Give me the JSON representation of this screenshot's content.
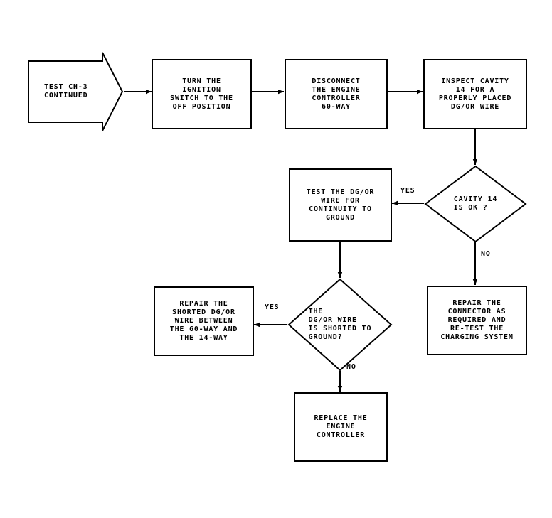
{
  "diagram": {
    "title": "TEST CH-3 CONTINUED",
    "type": "flowchart",
    "ink_color": "#000000",
    "background_color": "#ffffff",
    "nodes": {
      "start": {
        "shape": "pentagon-arrow",
        "text": "TEST CH-3\nCONTINUED"
      },
      "ignition": {
        "shape": "rectangle",
        "text": "TURN THE\nIGNITION\nSWITCH TO THE\nOFF POSITION"
      },
      "disconnect": {
        "shape": "rectangle",
        "text": "DISCONNECT\nTHE ENGINE\nCONTROLLER\n60-WAY"
      },
      "inspect": {
        "shape": "rectangle",
        "text": "INSPECT CAVITY\n14 FOR A\nPROPERLY PLACED\nDG/OR WIRE"
      },
      "cavity_decision": {
        "shape": "diamond",
        "text": "CAVITY 14\nIS OK ?"
      },
      "test_continuity": {
        "shape": "rectangle",
        "text": "TEST THE DG/OR\nWIRE FOR\nCONTINUITY TO\nGROUND"
      },
      "repair_connector": {
        "shape": "rectangle",
        "text": "REPAIR THE\nCONNECTOR AS\nREQUIRED AND\nRE-TEST THE\nCHARGING SYSTEM"
      },
      "short_decision": {
        "shape": "diamond",
        "text": "THE\nDG/OR WIRE\nIS SHORTED TO\nGROUND?"
      },
      "repair_shorted": {
        "shape": "rectangle",
        "text": "REPAIR THE\nSHORTED DG/OR\nWIRE BETWEEN\nTHE 60-WAY AND\nTHE 14-WAY"
      },
      "replace_controller": {
        "shape": "rectangle",
        "text": "REPLACE THE\nENGINE\nCONTROLLER"
      }
    },
    "edge_labels": {
      "cavity_yes": "YES",
      "cavity_no": "NO",
      "short_yes": "YES",
      "short_no": "NO"
    }
  }
}
